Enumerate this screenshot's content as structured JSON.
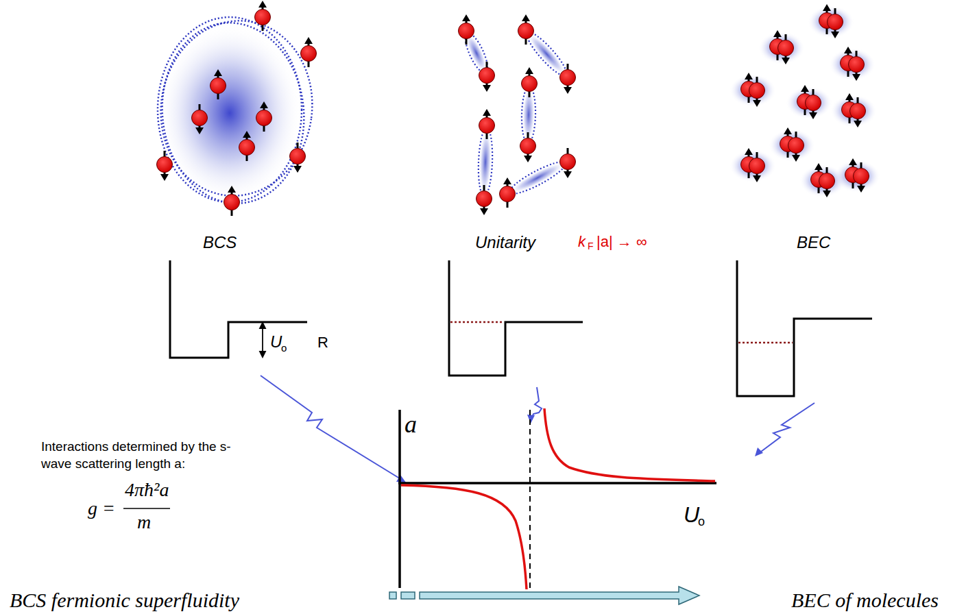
{
  "diagram": {
    "labels": [
      "BCS",
      "Unitarity",
      "k",
      "F",
      "|a| → ∞",
      "BEC",
      "U",
      "o",
      "R",
      "a",
      "U",
      "o",
      "Interactions determined by the s-wave scattering length a:",
      "g =",
      "4πħ²a",
      "m",
      "BCS fermionic superfluidity",
      "BEC of molecules"
    ]
  }
}
